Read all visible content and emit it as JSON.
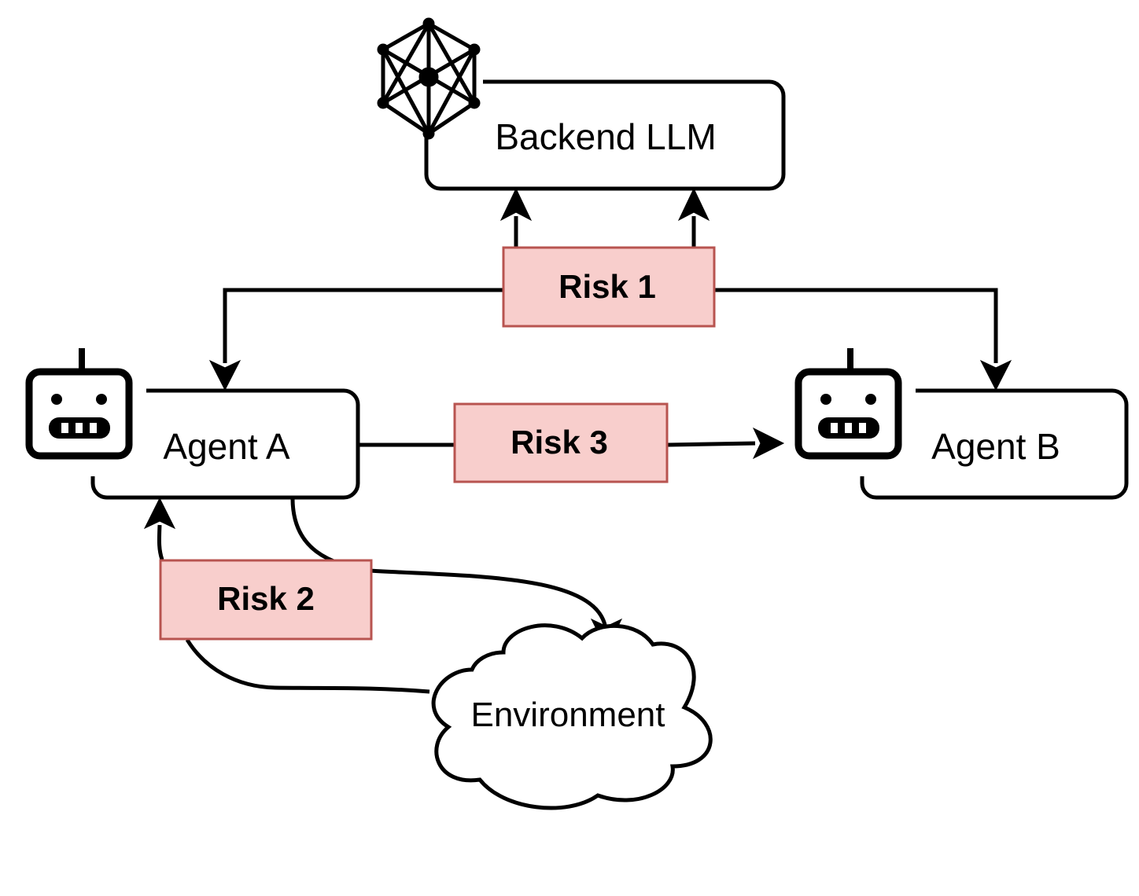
{
  "nodes": {
    "backend": {
      "label": "Backend LLM",
      "icon": "neural-network-icon"
    },
    "agent_a": {
      "label": "Agent A",
      "icon": "robot-icon"
    },
    "agent_b": {
      "label": "Agent B",
      "icon": "robot-icon"
    },
    "environment": {
      "label": "Environment",
      "shape": "cloud"
    }
  },
  "risks": [
    {
      "label": "Risk 1"
    },
    {
      "label": "Risk 2"
    },
    {
      "label": "Risk 3"
    }
  ],
  "colors": {
    "risk_fill": "#f8cecc",
    "risk_stroke": "#b85450",
    "line": "#000000"
  }
}
